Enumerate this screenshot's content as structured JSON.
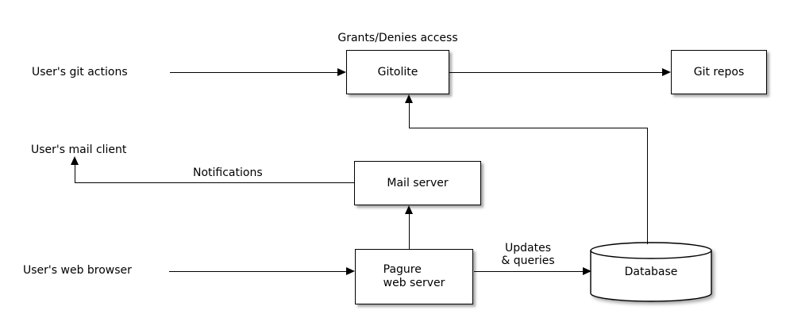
{
  "diagram": {
    "nodes": {
      "gitolite": "Gitolite",
      "git_repos": "Git repos",
      "mail_server": "Mail server",
      "pagure_line1": "Pagure",
      "pagure_line2": "web server",
      "database": "Database"
    },
    "actors": {
      "git_actions": "User's git actions",
      "mail_client": "User's mail client",
      "web_browser": "User's web browser"
    },
    "edge_labels": {
      "grants_denies": "Grants/Denies access",
      "notifications": "Notifications",
      "updates_line1": "Updates",
      "updates_line2": "& queries"
    },
    "edges": [
      {
        "from": "User's git actions",
        "to": "Gitolite"
      },
      {
        "from": "Gitolite",
        "to": "Git repos"
      },
      {
        "from": "Database",
        "to": "Gitolite"
      },
      {
        "from": "Mail server",
        "to": "User's mail client",
        "label": "Notifications"
      },
      {
        "from": "Pagure web server",
        "to": "Mail server"
      },
      {
        "from": "User's web browser",
        "to": "Pagure web server"
      },
      {
        "from": "Pagure web server",
        "to": "Database",
        "label": "Updates & queries"
      }
    ],
    "colors": {
      "line": "#000000",
      "node_fill": "#ffffff",
      "node_border": "#000000",
      "shadow": "#a9a9a9",
      "background": "#ffffff",
      "text": "#000000"
    }
  }
}
